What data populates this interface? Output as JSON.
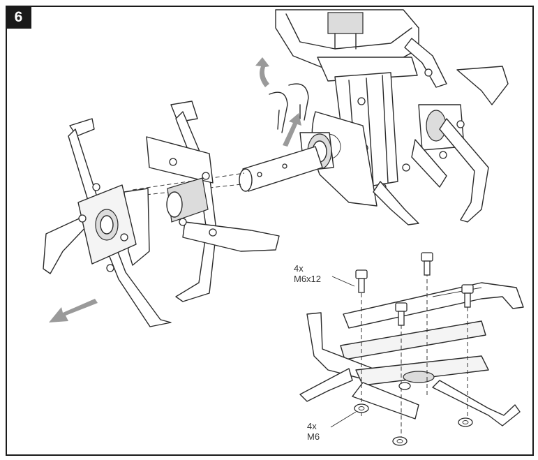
{
  "step_number": "6",
  "callouts": {
    "bolts_qty": "4x",
    "bolts_spec": "M6x12",
    "nuts_qty": "4x",
    "nuts_spec": "M6"
  },
  "colors": {
    "frame": "#1a1a1a",
    "arrow": "#9a9a9a",
    "line": "#2a2a2a"
  }
}
